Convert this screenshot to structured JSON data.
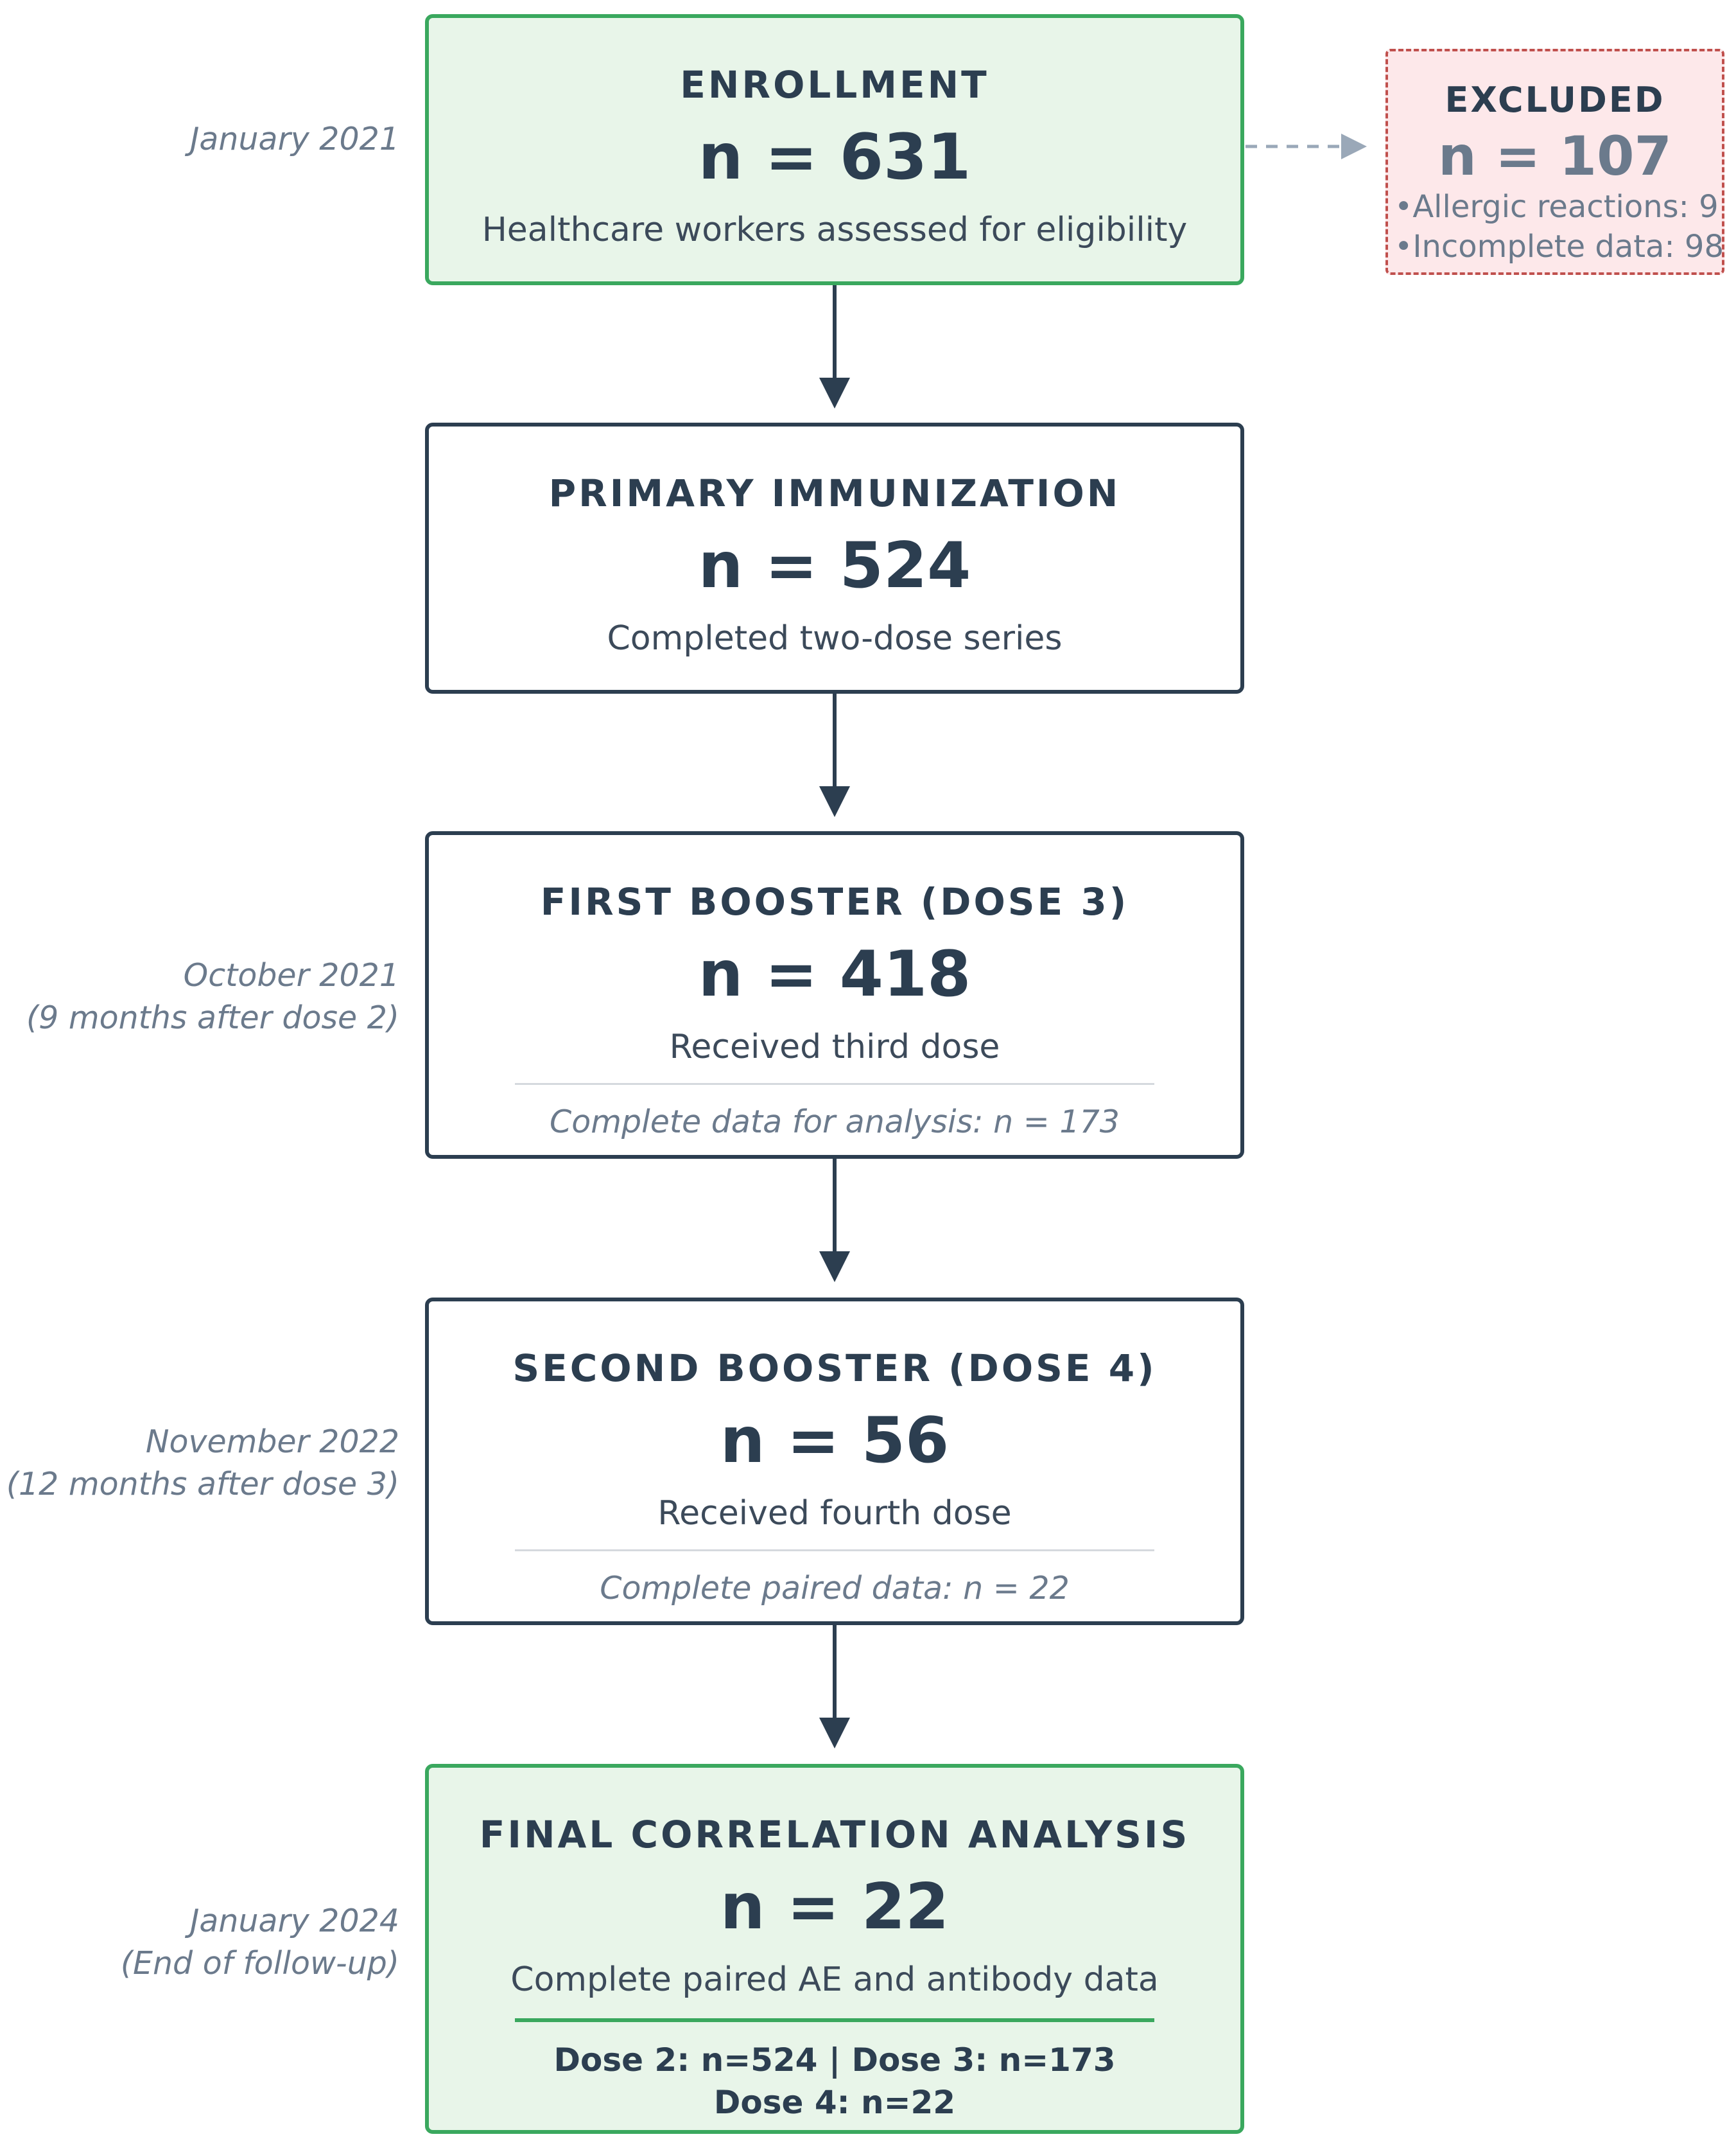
{
  "enrollment": {
    "title": "ENROLLMENT",
    "count": "n = 631",
    "description": "Healthcare workers assessed for eligibility",
    "timeline": "January 2021"
  },
  "excluded": {
    "title": "EXCLUDED",
    "count": "n = 107",
    "items": [
      "•Allergic reactions: 9",
      "•Incomplete data: 98"
    ]
  },
  "primary": {
    "title": "PRIMARY IMMUNIZATION",
    "count": "n = 524",
    "description": "Completed two-dose series"
  },
  "first_booster": {
    "title": "FIRST BOOSTER (DOSE 3)",
    "count": "n = 418",
    "description": "Received third dose",
    "note": "Complete data for analysis: n = 173",
    "timeline": [
      "October 2021",
      "(9 months after dose 2)"
    ]
  },
  "second_booster": {
    "title": "SECOND BOOSTER (DOSE 4)",
    "count": "n = 56",
    "description": "Received fourth dose",
    "note": "Complete paired data: n = 22",
    "timeline": [
      "November 2022",
      "(12 months after dose 3)"
    ]
  },
  "final": {
    "title": "FINAL CORRELATION ANALYSIS",
    "count": "n = 22",
    "description": "Complete paired AE and antibody data",
    "summary": [
      "Dose 2: n=524 | Dose 3: n=173",
      "Dose 4: n=22"
    ],
    "timeline": [
      "January 2024",
      "(End of follow-up)"
    ]
  },
  "colors": {
    "box_border": "#2c3e50",
    "green_border": "#3aa85e",
    "green_fill": "#e8f5e9",
    "excluded_border": "#c0504d",
    "excluded_fill": "#fde8ea",
    "muted_text": "#6b7a8c"
  }
}
